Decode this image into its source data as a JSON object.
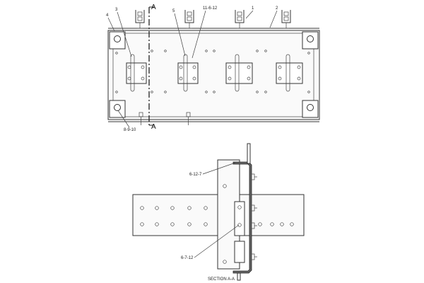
{
  "labels": {
    "item1": "1",
    "item2": "2",
    "item3": "3",
    "item4": "4",
    "item5": "5",
    "item11": "11-6-12",
    "item8": "8-9-10",
    "item6a": "6-12-7",
    "item6b": "6-7-12",
    "sec_top": "A",
    "sec_bottom": "A",
    "section_title": "SECTION A-A"
  }
}
